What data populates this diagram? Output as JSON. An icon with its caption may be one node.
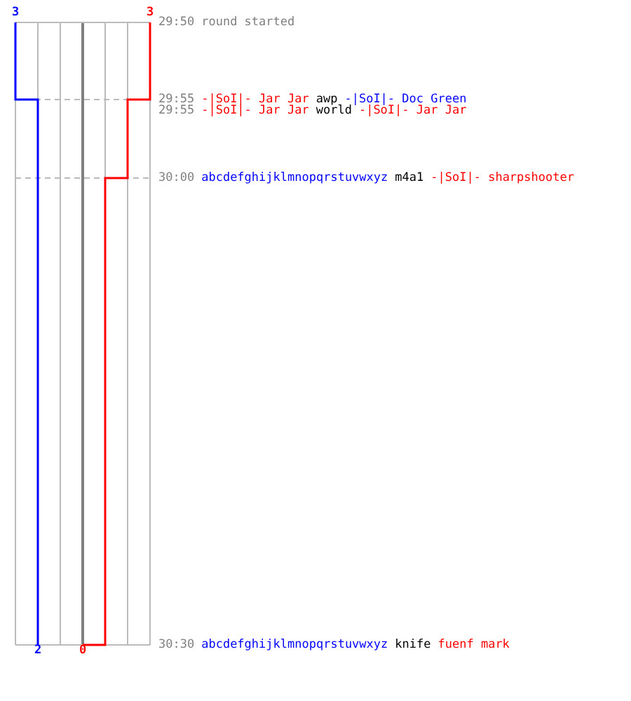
{
  "diagram": {
    "labels": [
      "3",
      "3",
      "29:50",
      "round started",
      "29:55",
      "-|SoI|- Jar Jar",
      "awp",
      "-|SoI|- Doc Green",
      "29:55",
      "-|SoI|- Jar Jar",
      "world",
      "-|SoI|- Jar Jar",
      "30:00",
      "abcdefghijklmnopqrstuvwxyz",
      "m4a1",
      "-|SoI|- sharpshooter",
      "30:30",
      "abcdefghijklmnopqrstuvwxyz",
      "knife",
      "fuenf mark",
      "2",
      "0"
    ]
  }
}
